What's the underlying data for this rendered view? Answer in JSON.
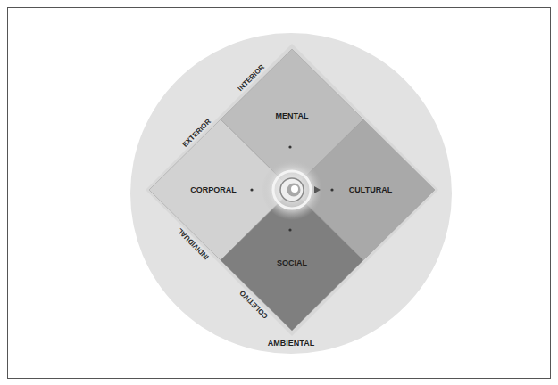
{
  "diagram": {
    "nodes": [
      {
        "text": [
          "AMBIENTAL"
        ]
      },
      {
        "text": [
          "MENTAL"
        ],
        "in": 0
      },
      {
        "text": [
          "CORPORAL"
        ],
        "in": 0
      },
      {
        "text": [
          "CULTURAL"
        ],
        "in": 0
      },
      {
        "text": [
          "SOCIAL"
        ],
        "in": 0
      }
    ],
    "labels": [
      "EXTERIOR",
      "INTERIOR",
      "INDIVIDUAL",
      "COLETIVO"
    ]
  }
}
